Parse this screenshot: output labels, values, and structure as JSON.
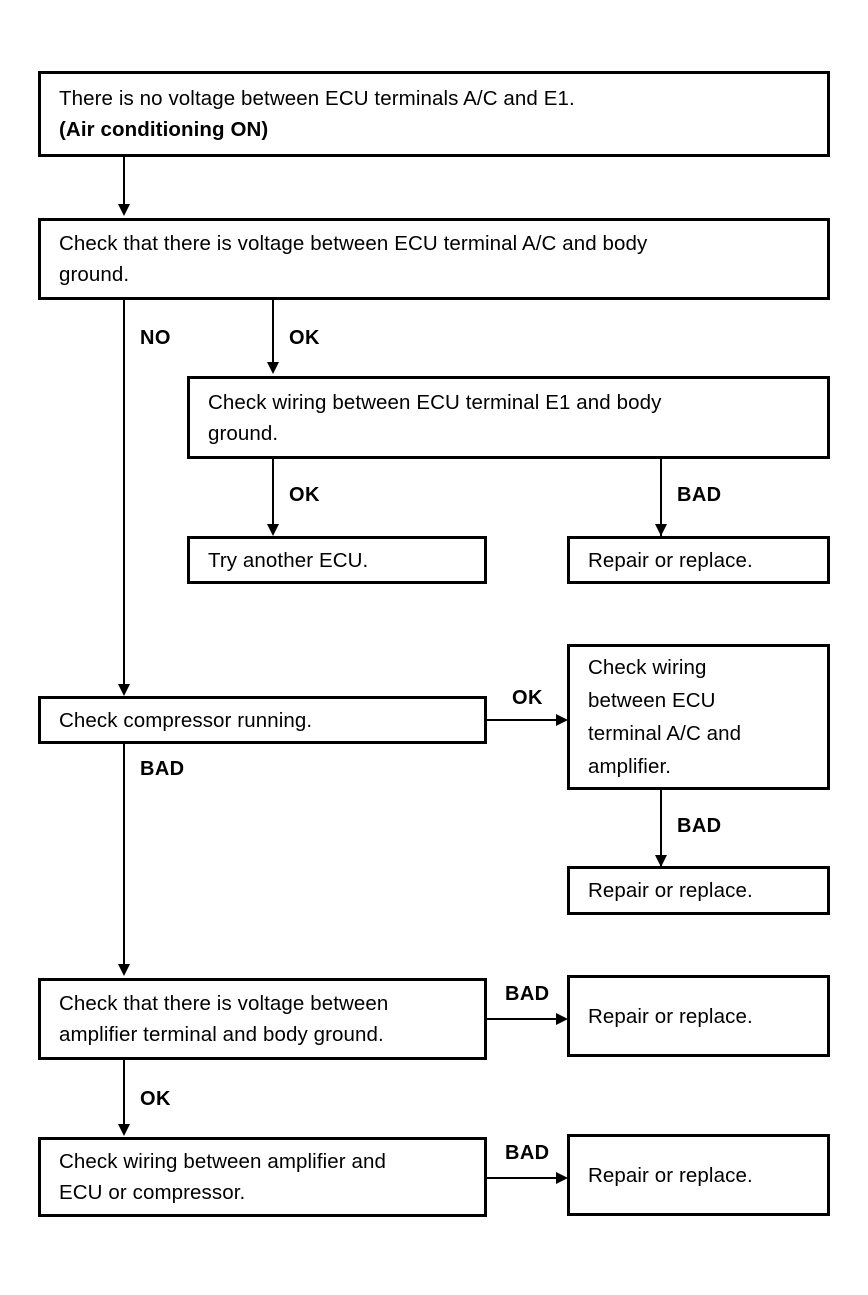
{
  "diagram": {
    "title": "ECU A/C terminal voltage troubleshooting flowchart",
    "nodes": {
      "start": {
        "line1": "There is no voltage between ECU terminals A/C and E1.",
        "line2": "(Air conditioning ON)"
      },
      "check_ac_body_ground": {
        "line1": "Check that there is voltage between ECU terminal A/C and body",
        "line2": "ground."
      },
      "check_e1_wiring": {
        "line1": "Check wiring between ECU terminal E1 and body",
        "line2": "ground."
      },
      "try_another_ecu": {
        "line1": "Try another ECU."
      },
      "repair_replace_1": {
        "line1": "Repair or replace."
      },
      "check_compressor": {
        "line1": "Check compressor running."
      },
      "check_ac_amplifier_wiring": {
        "line1": "Check wiring",
        "line2": "between ECU",
        "line3": "terminal A/C and",
        "line4": "amplifier."
      },
      "repair_replace_2": {
        "line1": "Repair or replace."
      },
      "check_amplifier_voltage": {
        "line1": "Check that there is voltage between",
        "line2": "amplifier terminal and body ground."
      },
      "repair_replace_3": {
        "line1": "Repair or replace."
      },
      "check_amplifier_wiring": {
        "line1": "Check wiring between amplifier and",
        "line2": "ECU or compressor."
      },
      "repair_replace_4": {
        "line1": "Repair or replace."
      }
    },
    "edge_labels": {
      "no_1": "NO",
      "ok_1": "OK",
      "ok_2": "OK",
      "bad_1": "BAD",
      "ok_3": "OK",
      "bad_2": "BAD",
      "bad_3": "BAD",
      "bad_4": "BAD",
      "ok_4": "OK",
      "bad_5": "BAD"
    },
    "colors": {
      "ink": "#000000",
      "paper": "#ffffff"
    }
  }
}
